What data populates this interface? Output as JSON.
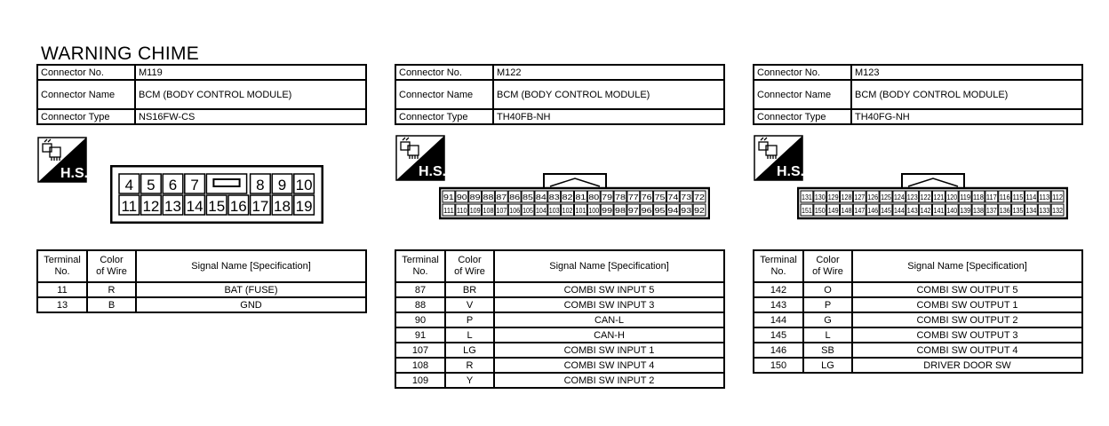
{
  "title": "WARNING CHIME",
  "labels": {
    "connector_no": "Connector No.",
    "connector_name": "Connector Name",
    "connector_type": "Connector Type",
    "terminal_no": [
      "Terminal",
      "No."
    ],
    "color_of_wire": [
      "Color",
      "of Wire"
    ],
    "signal_name": "Signal Name [Specification]",
    "hs_badge": "H.S."
  },
  "connectors": [
    {
      "no": "M119",
      "name": "BCM (BODY CONTROL MODULE)",
      "type": "NS16FW-CS",
      "pins_top": [
        "4",
        "5",
        "6",
        "7",
        "8",
        "9",
        "10"
      ],
      "pins_bottom": [
        "11",
        "12",
        "13",
        "14",
        "15",
        "16",
        "17",
        "18",
        "19"
      ],
      "rows": [
        {
          "terminal": "11",
          "color": "R",
          "signal": "BAT (FUSE)"
        },
        {
          "terminal": "13",
          "color": "B",
          "signal": "GND"
        }
      ]
    },
    {
      "no": "M122",
      "name": "BCM (BODY CONTROL MODULE)",
      "type": "TH40FB-NH",
      "pins_top": [
        "91",
        "90",
        "89",
        "88",
        "87",
        "86",
        "85",
        "84",
        "83",
        "82",
        "81",
        "80",
        "79",
        "78",
        "77",
        "76",
        "75",
        "74",
        "73",
        "72"
      ],
      "pins_bottom": [
        "111",
        "110",
        "109",
        "108",
        "107",
        "106",
        "105",
        "104",
        "103",
        "102",
        "101",
        "100",
        "99",
        "98",
        "97",
        "96",
        "95",
        "94",
        "93",
        "92"
      ],
      "rows": [
        {
          "terminal": "87",
          "color": "BR",
          "signal": "COMBI SW INPUT 5"
        },
        {
          "terminal": "88",
          "color": "V",
          "signal": "COMBI SW INPUT 3"
        },
        {
          "terminal": "90",
          "color": "P",
          "signal": "CAN-L"
        },
        {
          "terminal": "91",
          "color": "L",
          "signal": "CAN-H"
        },
        {
          "terminal": "107",
          "color": "LG",
          "signal": "COMBI SW INPUT 1"
        },
        {
          "terminal": "108",
          "color": "R",
          "signal": "COMBI SW INPUT 4"
        },
        {
          "terminal": "109",
          "color": "Y",
          "signal": "COMBI SW INPUT 2"
        }
      ]
    },
    {
      "no": "M123",
      "name": "BCM (BODY CONTROL MODULE)",
      "type": "TH40FG-NH",
      "pins_top": [
        "131",
        "130",
        "129",
        "128",
        "127",
        "126",
        "125",
        "124",
        "123",
        "122",
        "121",
        "120",
        "119",
        "118",
        "117",
        "116",
        "115",
        "114",
        "113",
        "112"
      ],
      "pins_bottom": [
        "151",
        "150",
        "149",
        "148",
        "147",
        "146",
        "145",
        "144",
        "143",
        "142",
        "141",
        "140",
        "139",
        "138",
        "137",
        "136",
        "135",
        "134",
        "133",
        "132"
      ],
      "rows": [
        {
          "terminal": "142",
          "color": "O",
          "signal": "COMBI SW OUTPUT 5"
        },
        {
          "terminal": "143",
          "color": "P",
          "signal": "COMBI SW OUTPUT 1"
        },
        {
          "terminal": "144",
          "color": "G",
          "signal": "COMBI SW OUTPUT 2"
        },
        {
          "terminal": "145",
          "color": "L",
          "signal": "COMBI SW OUTPUT 3"
        },
        {
          "terminal": "146",
          "color": "SB",
          "signal": "COMBI SW OUTPUT 4"
        },
        {
          "terminal": "150",
          "color": "LG",
          "signal": "DRIVER DOOR SW"
        }
      ]
    }
  ]
}
